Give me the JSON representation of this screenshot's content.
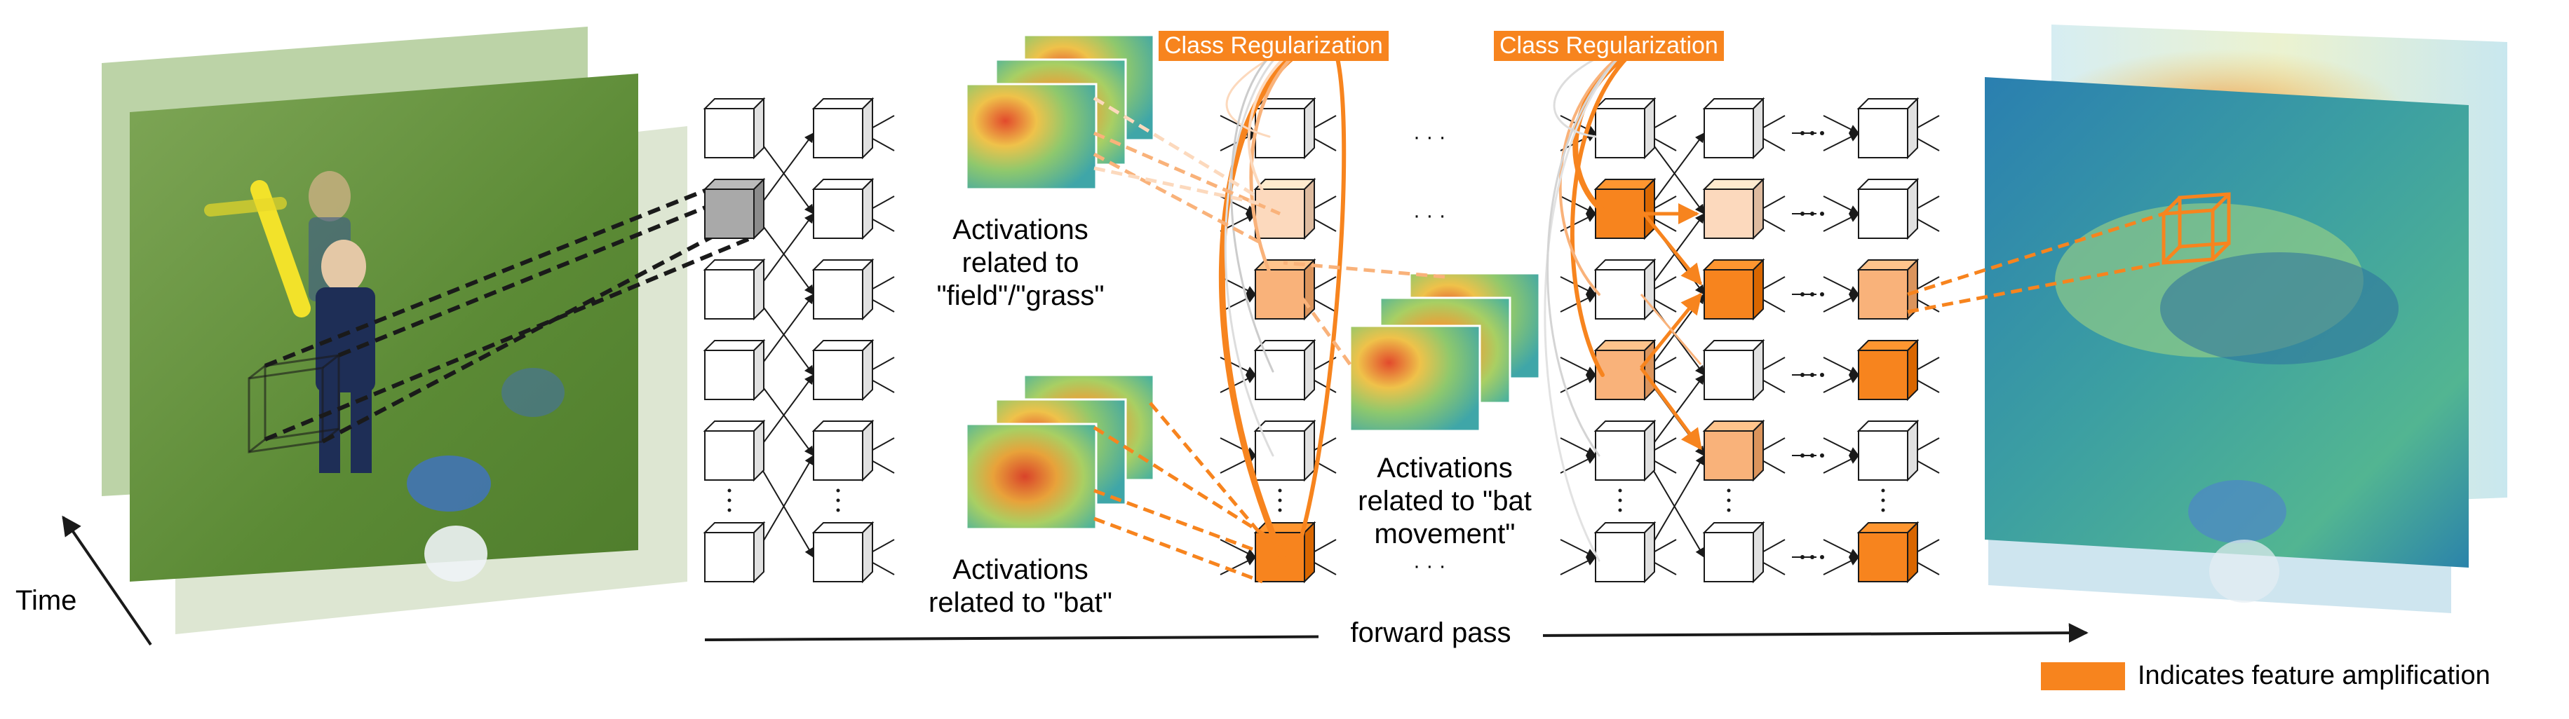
{
  "labels": {
    "time": "Time",
    "class_regularization_1": "Class Regularization",
    "class_regularization_2": "Class Regularization",
    "act_field_line1": "Activations",
    "act_field_line2": "related to",
    "act_field_line3": "\"field\"/\"grass\"",
    "act_bat_line1": "Activations",
    "act_bat_line2": "related to \"bat\"",
    "act_move_line1": "Activations",
    "act_move_line2": "related to \"bat",
    "act_move_line3": "movement\"",
    "forward_pass": "forward pass",
    "legend": "Indicates feature amplification",
    "ellipsis": "· · ·"
  },
  "colors": {
    "accent": "#f7841e",
    "accent_light": "#f9b27a",
    "accent_pale": "#fcd9bd",
    "grey_block": "#a9a9a9",
    "line": "#1a1a1a"
  }
}
